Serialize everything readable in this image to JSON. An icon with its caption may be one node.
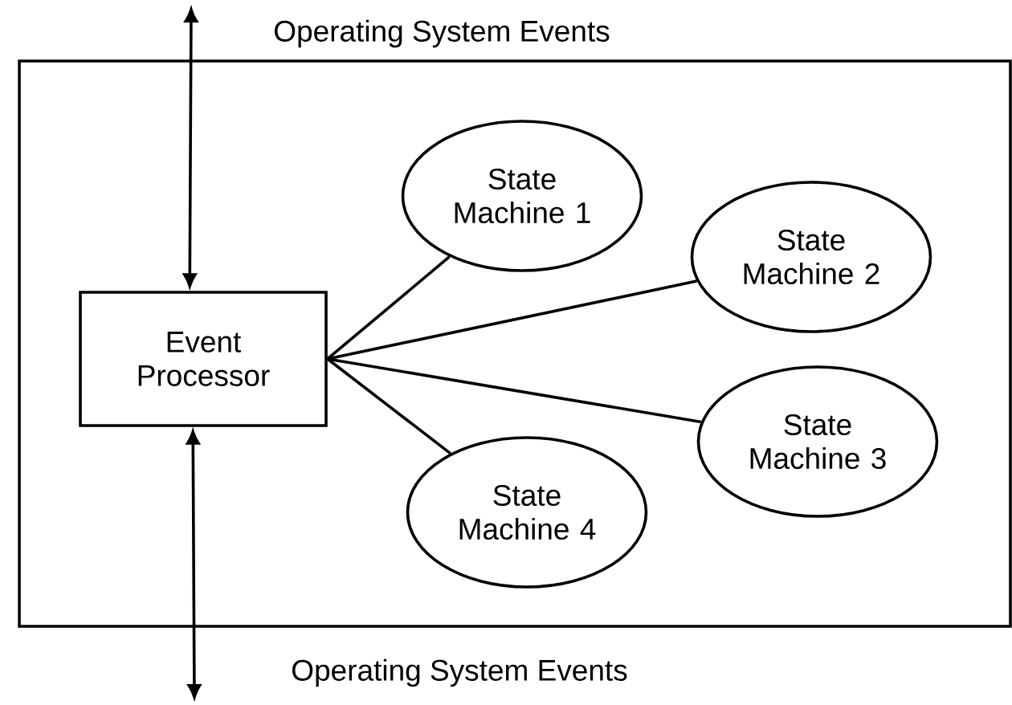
{
  "diagram": {
    "nodes": [
      {
        "text": [],
        "shape": "box"
      },
      {
        "text": [
          "Event Processor"
        ],
        "in": 0
      },
      {
        "text": [
          "State Machine 1"
        ],
        "in": 0
      },
      {
        "text": [
          "State Machine 2"
        ],
        "in": 0
      },
      {
        "text": [
          "State Machine 3"
        ],
        "in": 0
      },
      {
        "text": [
          "State Machine 4"
        ],
        "in": 0
      }
    ],
    "edges": [
      {
        "from": null,
        "to": 1,
        "arrow": "both"
      },
      {
        "from": 1,
        "to": null,
        "arrow": "both"
      },
      {
        "from": 1,
        "to": 2,
        "arrow": "none"
      },
      {
        "from": 1,
        "to": 3,
        "arrow": "none"
      },
      {
        "from": 1,
        "to": 4,
        "arrow": "none"
      },
      {
        "from": 1,
        "to": 5,
        "arrow": "none"
      }
    ],
    "labels": [
      "Operating System Events",
      "Operating System Events"
    ]
  }
}
